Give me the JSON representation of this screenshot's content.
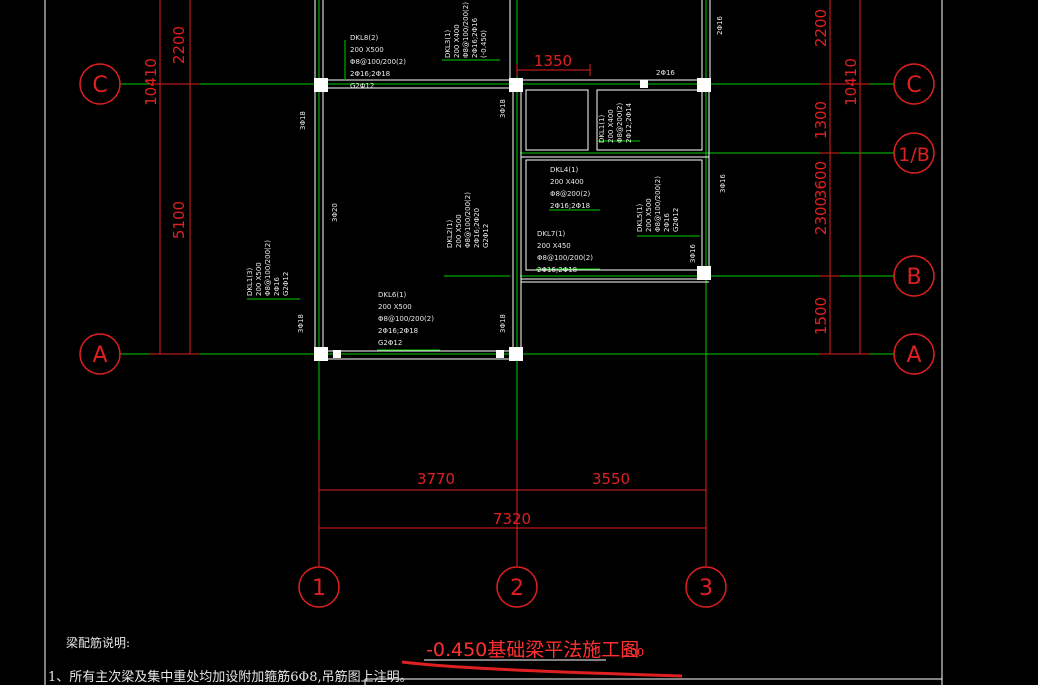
{
  "drawing": {
    "title": "-0.450基础梁平法施工图",
    "scale": "100",
    "colors": {
      "background": "#000000",
      "axis_red": "#e02020",
      "grid_green": "#00cc00",
      "wall_white": "#ffffff",
      "text_white": "#e8e8e8",
      "annotation_red": "#ff3030"
    }
  },
  "axes": {
    "rows": [
      {
        "id": "C",
        "label": "C"
      },
      {
        "id": "1/B",
        "label": "1/B"
      },
      {
        "id": "B",
        "label": "B"
      },
      {
        "id": "A",
        "label": "A"
      }
    ],
    "cols": [
      {
        "id": "1",
        "label": "1"
      },
      {
        "id": "2",
        "label": "2"
      },
      {
        "id": "3",
        "label": "3"
      }
    ]
  },
  "dimensions": {
    "left": [
      "2200",
      "10410",
      "5100"
    ],
    "right": [
      "2200",
      "10410",
      "1300",
      "2300",
      "3600",
      "1500"
    ],
    "top": [
      "1350"
    ],
    "bottom": [
      "3770",
      "3550",
      "7320"
    ]
  },
  "beams": [
    {
      "id": "DKL8(2)",
      "size": "200 X500",
      "stirrup": "Φ8@100/200(2)",
      "bars": "2Φ16;2Φ18",
      "extra": "G2Φ12"
    },
    {
      "id": "DKL3(1)",
      "size": "200 X400",
      "stirrup": "Φ8@100/200(2)",
      "bars": "2Φ16;2Φ16",
      "extra": "(-0.450)"
    },
    {
      "id": "DKL1(1)",
      "size": "200 X400",
      "stirrup": "Φ8@200(2)",
      "bars": "2Φ12;2Φ14",
      "extra": ""
    },
    {
      "id": "DKL4(1)",
      "size": "200 X400",
      "stirrup": "Φ8@200(2)",
      "bars": "2Φ16;2Φ18",
      "extra": ""
    },
    {
      "id": "DKL5(1)",
      "size": "200 X500",
      "stirrup": "Φ8@100/200(2)",
      "bars": "2Φ16",
      "extra": "G2Φ12"
    },
    {
      "id": "DKL2(1)",
      "size": "200 X500",
      "stirrup": "Φ8@100/200(2)",
      "bars": "2Φ16;2Φ20",
      "extra": "G2Φ12"
    },
    {
      "id": "DKL7(1)",
      "size": "200 X450",
      "stirrup": "Φ8@100/200(2)",
      "bars": "2Φ16;2Φ18",
      "extra": ""
    },
    {
      "id": "DKL1(3)",
      "size": "200 X500",
      "stirrup": "Φ8@100/200(2)",
      "bars": "2Φ16",
      "extra": "G2Φ12"
    },
    {
      "id": "DKL6(1)",
      "size": "200 X500",
      "stirrup": "Φ8@100/200(2)",
      "bars": "2Φ16;2Φ18",
      "extra": "G2Φ12"
    }
  ],
  "small_marks": [
    "2Φ16",
    "2Φ16",
    "3Φ18",
    "3Φ18",
    "3Φ20",
    "3Φ16",
    "3Φ16",
    "3Φ18",
    "3Φ18"
  ],
  "notes": {
    "heading": "梁配筋说明:",
    "line1": "1、所有主次梁及集中重处均加设附加箍筋6Φ8,吊筋图上注明。"
  }
}
